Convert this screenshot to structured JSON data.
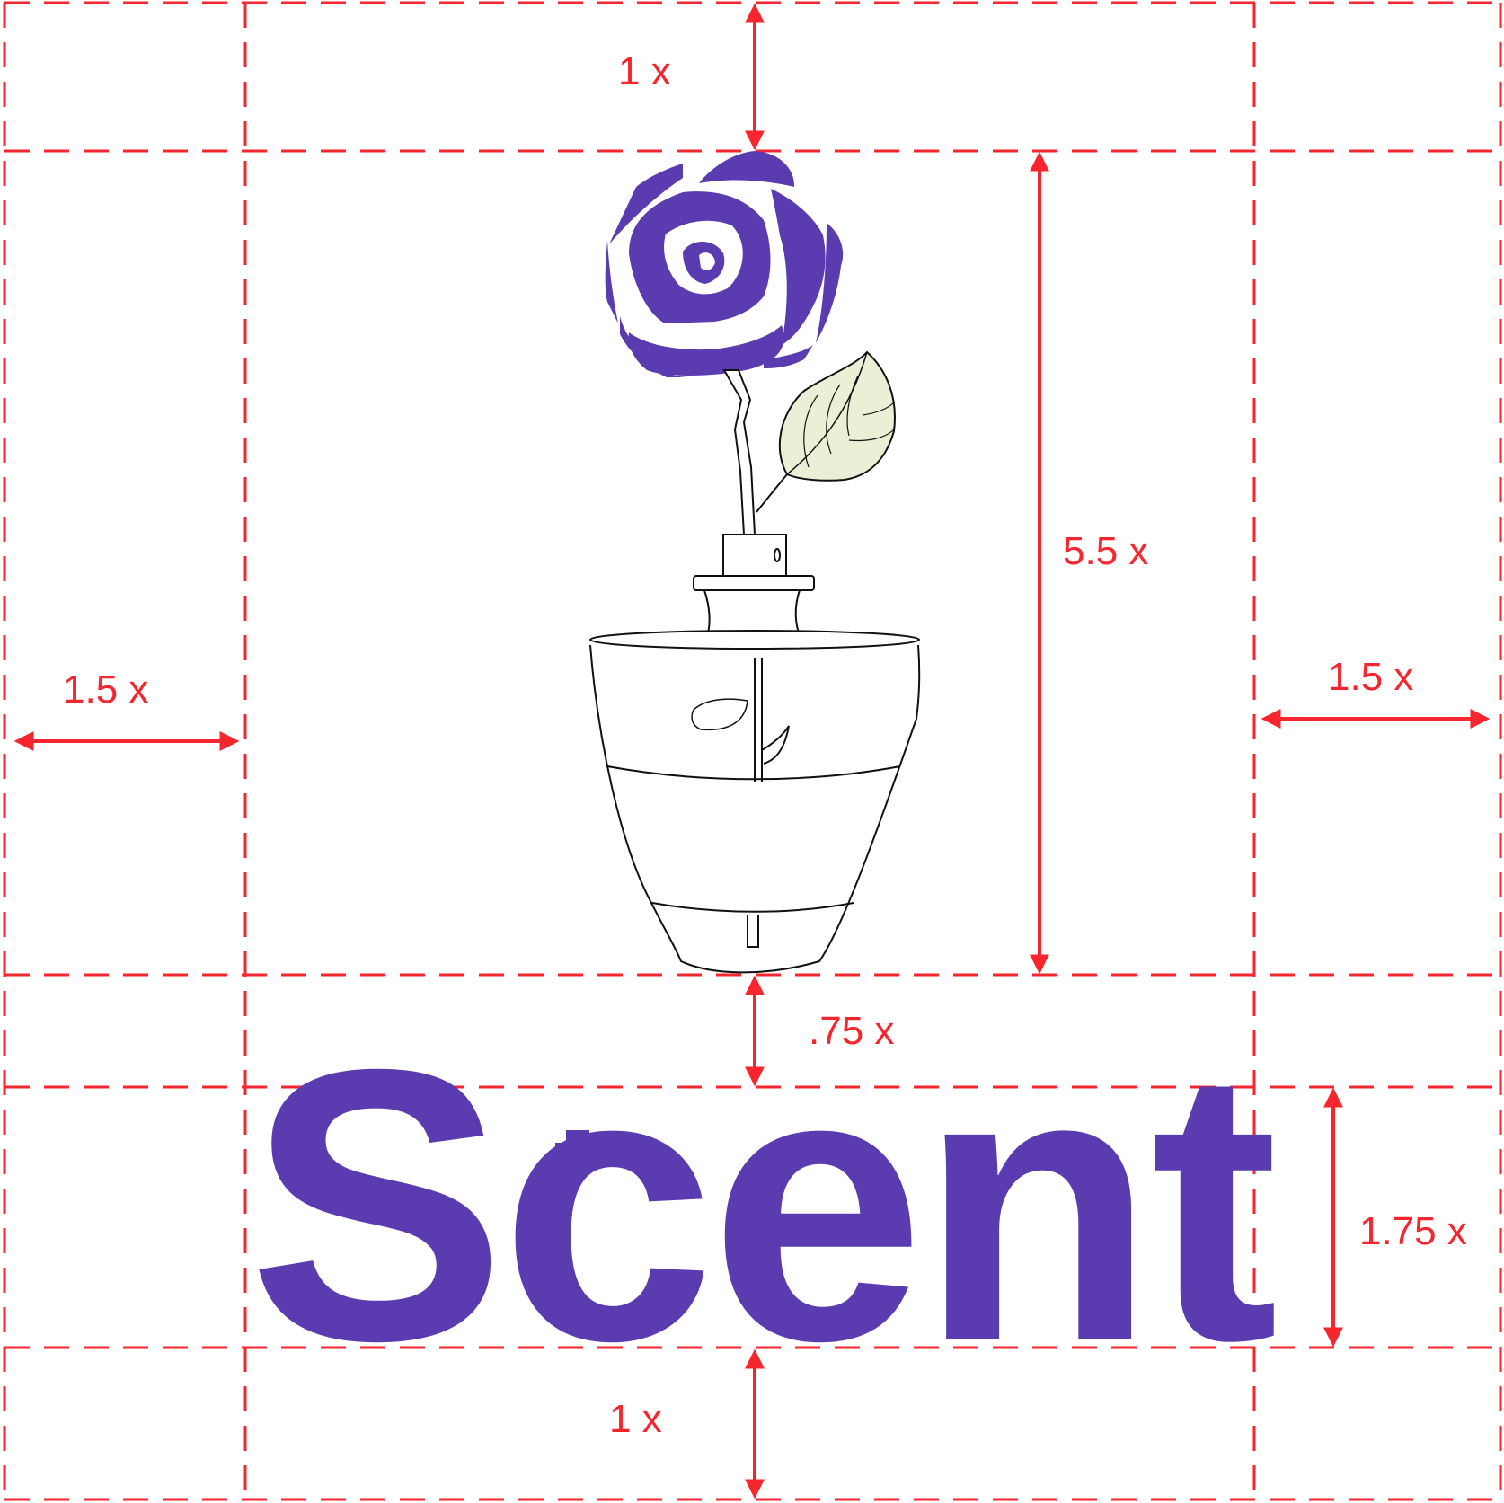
{
  "colors": {
    "guide": "#f5262d",
    "brand": "#5a3cb0",
    "leaf": "#edeed6",
    "outline": "#111111"
  },
  "logo": {
    "wordmark": "Scent",
    "icon": "rose-in-perfume-bottle"
  },
  "dimensions": {
    "top_margin": "1 x",
    "icon_height": "5.5 x",
    "left_margin": "1.5 x",
    "right_margin": "1.5 x",
    "icon_to_text_gap": ".75 x",
    "wordmark_height": "1.75 x",
    "bottom_margin": "1 x"
  }
}
